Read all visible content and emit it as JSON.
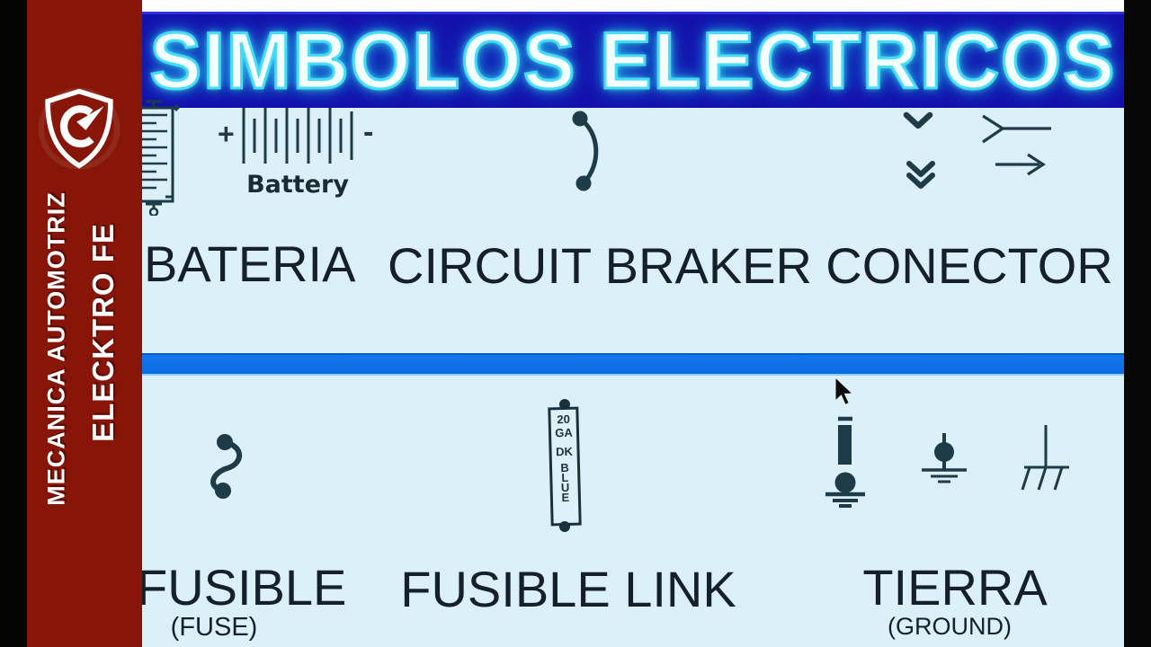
{
  "sidebar": {
    "logo_icon": "shield-swoosh-logo",
    "line1": "MECANICA AUTOMOTRIZ",
    "line2": "ELECKTRO FE"
  },
  "banner": {
    "title": "SIMBOLOS ELECTRICOS"
  },
  "row1": {
    "battery": {
      "label": "BATERIA",
      "caption": "Battery",
      "plus": "+",
      "minus": "-",
      "symbol_icons": [
        "vertical-battery-symbol",
        "battery-cell-lines-symbol"
      ]
    },
    "breaker": {
      "label": "CIRCUIT BRAKER",
      "symbol_icons": [
        "circuit-breaker-arc-symbol"
      ]
    },
    "connector": {
      "label": "CONECTOR",
      "symbol_icons": [
        "chevron-connector",
        "double-chevron-connector",
        "y-junction-connector",
        "arrow-connector"
      ]
    }
  },
  "row2": {
    "fuse": {
      "label": "FUSIBLE",
      "sublabel": "(FUSE)",
      "symbol_icons": [
        "fuse-s-curve-symbol"
      ]
    },
    "fusible_link": {
      "label": "FUSIBLE LINK",
      "gauge_line1": "20",
      "gauge_line2": "GA",
      "wire_color_line1": "DK",
      "wire_color_line2": "BLUE",
      "symbol_icons": [
        "fusible-link-capsule-symbol"
      ]
    },
    "ground": {
      "label": "TIERRA",
      "sublabel": "(GROUND)",
      "symbol_icons": [
        "bolt-ground-symbol",
        "stud-ground-symbol",
        "chassis-ground-symbol"
      ]
    }
  },
  "colors": {
    "sidebar_red": "#871609",
    "banner_blue": "#1411ad",
    "neon_cyan": "#45dcf8",
    "content_bg": "#dcf0f9",
    "divider_blue": "#0b6ce5",
    "ink": "#15202b",
    "symbol_ink": "#1d3b49"
  }
}
